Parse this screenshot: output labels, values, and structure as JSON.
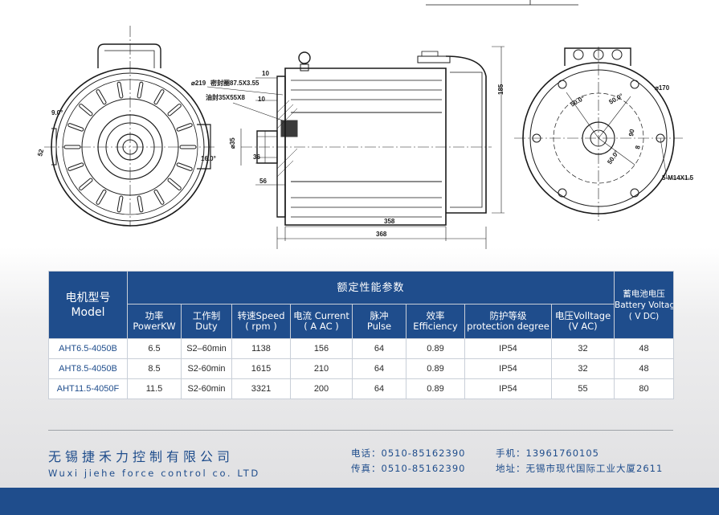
{
  "drawing": {
    "dims": {
      "d219": "⌀219",
      "seal1": "密封圈87.5X3.55",
      "seal2": "油封35X55X8",
      "d10a": "10",
      "d10b": "10",
      "d36": "36",
      "d56": "56",
      "d368": "368",
      "d358": "358",
      "d185": "185",
      "d170": "⌀170",
      "ang1": "50.0°",
      "ang2": "50.0°",
      "ang3": "50.0°",
      "ang4": "9.0°",
      "ang5": "16.0°",
      "shaft": "⌀35",
      "bolt": "5-M14X1.5",
      "a90": "90",
      "a52": "52",
      "a8": "8"
    }
  },
  "table": {
    "model_cn": "电机型号",
    "model_en": "Model",
    "rated_header": "额定性能参数",
    "battery_cn": "蓄电池电压",
    "battery_en": "Battery Voltage",
    "battery_unit": "( V DC)",
    "columns": [
      {
        "cn": "功率",
        "en": "PowerKW"
      },
      {
        "cn": "工作制",
        "en": "Duty"
      },
      {
        "cn": "转速Speed",
        "en": "( rpm )"
      },
      {
        "cn": "电流 Current",
        "en": "( A AC )"
      },
      {
        "cn": "脉冲",
        "en": "Pulse"
      },
      {
        "cn": "效率",
        "en": "Efficiency"
      },
      {
        "cn": "防护等级",
        "en": "protection degree"
      },
      {
        "cn": "电压Volltage",
        "en": "(V AC)"
      }
    ],
    "rows": [
      {
        "model": "AHT6.5-4050B",
        "power": "6.5",
        "duty": "S2–60min",
        "speed": "1138",
        "current": "156",
        "pulse": "64",
        "efficiency": "0.89",
        "protection": "IP54",
        "voltage": "32",
        "battery": "48"
      },
      {
        "model": "AHT8.5-4050B",
        "power": "8.5",
        "duty": "S2-60min",
        "speed": "1615",
        "current": "210",
        "pulse": "64",
        "efficiency": "0.89",
        "protection": "IP54",
        "voltage": "32",
        "battery": "48"
      },
      {
        "model": "AHT11.5-4050F",
        "power": "11.5",
        "duty": "S2-60min",
        "speed": "3321",
        "current": "200",
        "pulse": "64",
        "efficiency": "0.89",
        "protection": "IP54",
        "voltage": "55",
        "battery": "80"
      }
    ]
  },
  "footer": {
    "company_cn": "无锡捷禾力控制有限公司",
    "company_en": "Wuxi jiehe force control co. LTD",
    "tel": "电话：0510-85162390",
    "fax": "传真：0510-85162390",
    "mobile": "手机：13961760105",
    "address": "地址：无锡市现代国际工业大厦2611"
  },
  "colors": {
    "brand_blue": "#1f4d8c",
    "line": "#1a1a1a"
  }
}
